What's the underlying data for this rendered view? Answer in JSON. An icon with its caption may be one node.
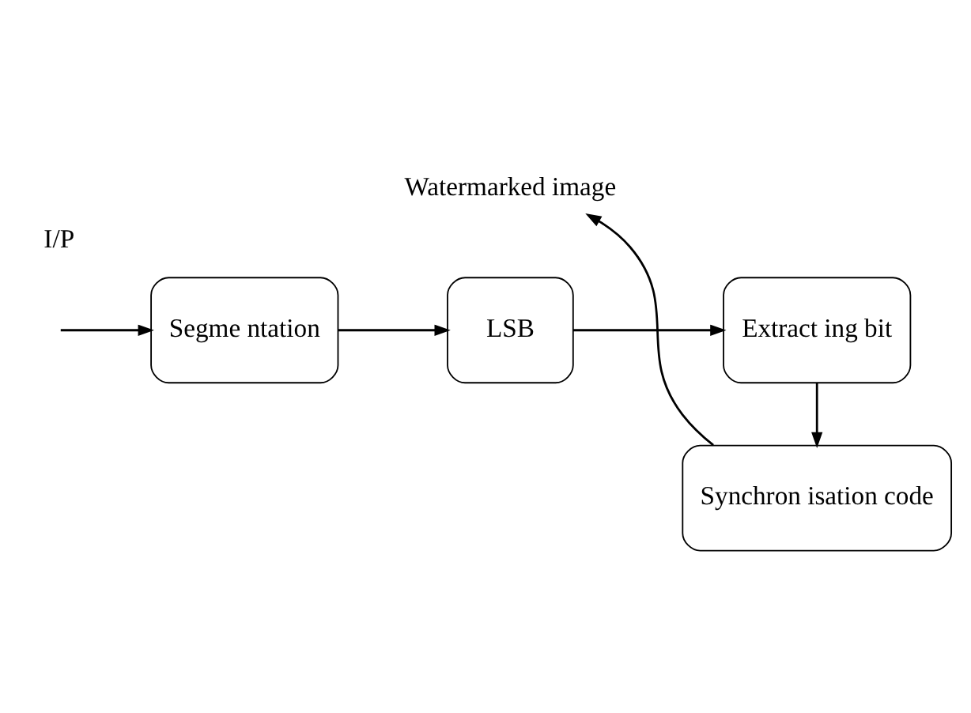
{
  "diagram": {
    "nodes": [
      {
        "text": [
          "Segme ntation"
        ]
      },
      {
        "text": [
          "LSB"
        ]
      },
      {
        "text": [
          "Extract ing bit"
        ]
      },
      {
        "text": [
          "Synchron isation code"
        ]
      },
      {
        "text": [
          "Watermarked image"
        ]
      }
    ],
    "edges": [
      {
        "from": null,
        "to": 0,
        "arrow": "to"
      },
      {
        "from": 0,
        "to": 1,
        "arrow": "to"
      },
      {
        "from": 1,
        "to": 2,
        "arrow": "to"
      },
      {
        "from": 2,
        "to": 3,
        "arrow": "to"
      },
      {
        "from": 3,
        "to": 4,
        "arrow": "to"
      }
    ],
    "labels": [
      "I/P"
    ]
  }
}
